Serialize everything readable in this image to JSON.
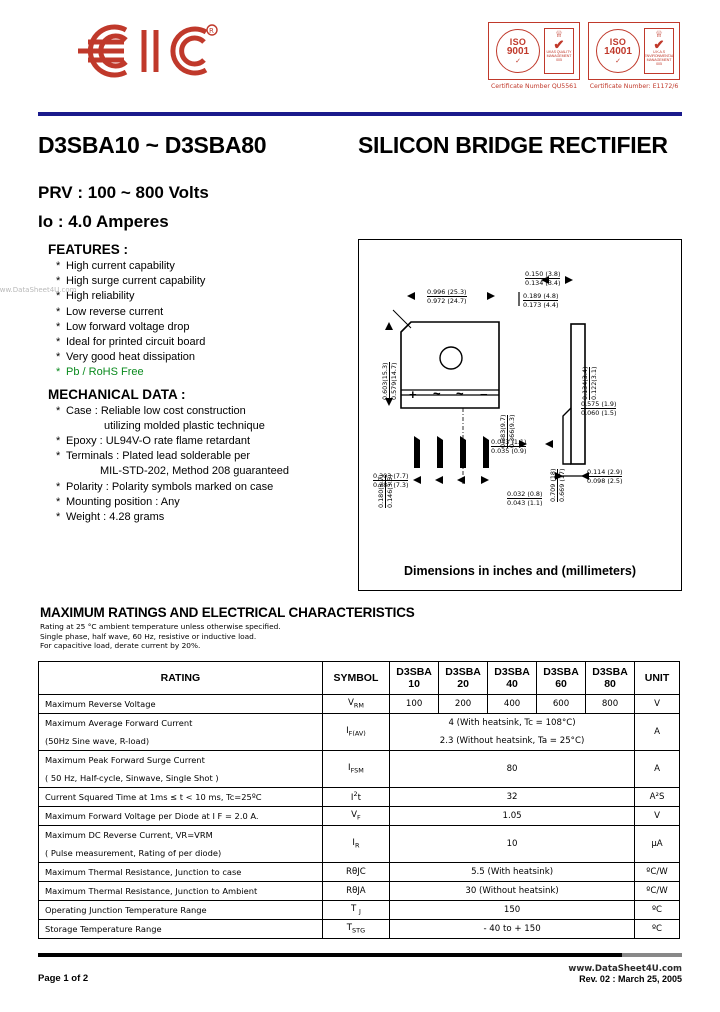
{
  "header": {
    "logo_alt": "EIC",
    "certs": [
      {
        "iso_line1": "ISO",
        "iso_line2": "9001",
        "cert_number": "Certificate Number QU5561",
        "ukas_text": "UKAS QUALITY MANAGEMENT",
        "ukas_code": "005"
      },
      {
        "iso_line1": "ISO",
        "iso_line2": "14001",
        "cert_number": "Certificate Number: E1172/6",
        "ukas_text": "U.K.A.S ENVIRONMENTAL MANAGEMENT",
        "ukas_code": "005"
      }
    ]
  },
  "title": {
    "part_range": "D3SBA10 ~ D3SBA80",
    "product_type": "SILICON BRIDGE RECTIFIER",
    "prv": "PRV : 100 ~ 800 Volts",
    "io": "Io : 4.0 Amperes"
  },
  "features": {
    "heading": "FEATURES :",
    "items": [
      {
        "text": "High current capability",
        "green": false
      },
      {
        "text": "High surge current capability",
        "green": false
      },
      {
        "text": "High reliability",
        "green": false
      },
      {
        "text": "Low reverse current",
        "green": false
      },
      {
        "text": "Low forward voltage drop",
        "green": false
      },
      {
        "text": "Ideal for printed circuit board",
        "green": false
      },
      {
        "text": "Very good heat dissipation",
        "green": false
      },
      {
        "text": "Pb / RoHS Free",
        "green": true
      }
    ]
  },
  "mechanical": {
    "heading": "MECHANICAL  DATA :",
    "items": [
      "Case : Reliable low cost construction",
      "utilizing molded plastic technique",
      "Epoxy : UL94V-O rate flame retardant",
      "Terminals : Plated lead solderable per",
      "MIL-STD-202, Method 208 guaranteed",
      "Polarity : Polarity symbols marked on case",
      "Mounting  position : Any",
      "Weight :   4.28 grams"
    ]
  },
  "drawing": {
    "caption": "Dimensions in inches and (millimeters)",
    "polarity_marks": [
      "+",
      "~",
      "~",
      "−"
    ],
    "dimensions": {
      "body_width_max": "0.996 (25.3)",
      "body_width_min": "0.972 (24.7)",
      "body_height_max": "0.603(15.3)",
      "body_height_min": "0.579(14.7)",
      "thick_max": "0.150 (3.8)",
      "thick_min": "0.134 (3.4)",
      "thick2_max": "0.189 (4.8)",
      "thick2_min": "0.173 (4.4)",
      "side_max": "0.134(3.4)",
      "side_min": "0.122(3.1)",
      "mid_max": "0.383(9.7)",
      "mid_min": "0.366(9.3)",
      "lead_len_max": "0.180(3.7)",
      "lead_len_min": "0.146(3.5)",
      "pitch_max": "0.303 (7.7)",
      "pitch_min": "0.287 (7.3)",
      "lead_w_max": "0.043 (1.1)",
      "lead_w_min": "0.035 (0.9)",
      "foot_max": "0.575 (1.9)",
      "foot_min": "0.060 (1.5)",
      "tab_max": "0.709 (18)",
      "tab_min": "0.669 (17)",
      "base_max": "0.114 (2.9)",
      "base_min": "0.098 (2.5)",
      "small_max": "0.032 (0.8)",
      "small_min": "0.043 (1.1)"
    }
  },
  "ratings": {
    "heading": "MAXIMUM  RATINGS  AND  ELECTRICAL   CHARACTERISTICS",
    "notes": [
      "Rating at  25 °C ambient temperature unless otherwise specified.",
      "Single phase, half wave, 60 Hz, resistive or inductive load.",
      "For capacitive load, derate current by 20%."
    ],
    "columns": {
      "rating": "RATING",
      "symbol": "SYMBOL",
      "devices": [
        "D3SBA",
        "D3SBA",
        "D3SBA",
        "D3SBA",
        "D3SBA"
      ],
      "device_nums": [
        "10",
        "20",
        "40",
        "60",
        "80"
      ],
      "unit": "UNIT"
    },
    "rows": [
      {
        "rating": "Maximum Reverse Voltage",
        "symbol_main": "V",
        "symbol_sub": "RM",
        "values": [
          "100",
          "200",
          "400",
          "600",
          "800"
        ],
        "unit": "V"
      },
      {
        "rating_l1": "Maximum Average Forward Current",
        "rating_l2": "(50Hz Sine wave, R-load)",
        "symbol_main": "I",
        "symbol_sub": "F(AV)",
        "value_l1": "4 (With heatsink, Tc = 108°C)",
        "value_l2": "2.3 (Without heatsink, Ta = 25°C)",
        "unit": "A"
      },
      {
        "rating_l1": "Maximum Peak Forward Surge Current",
        "rating_l2": "( 50 Hz, Half-cycle, Sinwave, Single Shot )",
        "symbol_main": "I",
        "symbol_sub": "FSM",
        "value": "80",
        "unit": "A"
      },
      {
        "rating": "Current Squared Time at  1ms ≤ t < 10 ms, Tc=25ºC",
        "symbol_main": "I",
        "symbol_sup": "2",
        "symbol_tail": "t",
        "value": "32",
        "unit": "A²S"
      },
      {
        "rating": "Maximum Forward Voltage per Diode at I F = 2.0 A.",
        "symbol_main": "V",
        "symbol_sub": "F",
        "value": "1.05",
        "unit": "V"
      },
      {
        "rating_l1": "Maximum DC Reverse Current, VR=VRM",
        "rating_l2": "( Pulse measurement, Rating of per diode)",
        "symbol_main": "I",
        "symbol_sub": "R",
        "value": "10",
        "unit": "µA"
      },
      {
        "rating": "Maximum Thermal Resistance, Junction to case",
        "symbol_plain": "RθJC",
        "value": "5.5 (With heatsink)",
        "unit": "ºC/W"
      },
      {
        "rating": "Maximum Thermal Resistance, Junction to Ambient",
        "symbol_plain": "RθJA",
        "value": "30 (Without heatsink)",
        "unit": "ºC/W"
      },
      {
        "rating": "Operating Junction Temperature Range",
        "symbol_main": "T",
        "symbol_sub": "J",
        "value": "150",
        "unit": "ºC"
      },
      {
        "rating": "Storage Temperature Range",
        "symbol_main": "T",
        "symbol_sub": "STG",
        "value": "- 40 to + 150",
        "unit": "ºC"
      }
    ]
  },
  "footer": {
    "page": "Page 1 of 2",
    "watermark": "www.DataSheet4U.com",
    "revision": "Rev. 02 : March 25, 2005",
    "side_watermark": "www.DataSheet4U.com"
  },
  "colors": {
    "logo_red": "#c0392b",
    "rule_blue": "#1a1a8c",
    "green_text": "#0a8a1e"
  }
}
